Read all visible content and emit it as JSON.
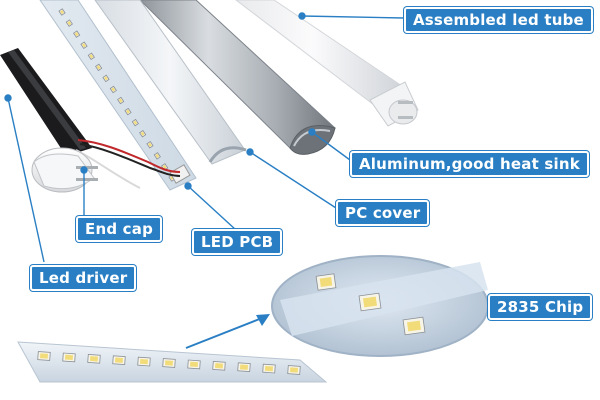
{
  "labels": {
    "assembled": "Assembled led tube",
    "aluminum": "Aluminum,good heat sink",
    "pc_cover": "PC cover",
    "end_cap": "End cap",
    "led_pcb": "LED PCB",
    "led_driver": "Led driver",
    "chip": "2835 Chip"
  },
  "colors": {
    "label_bg": "#2a7fc4",
    "label_text": "#ffffff",
    "leader_line": "#2a7fc4"
  }
}
